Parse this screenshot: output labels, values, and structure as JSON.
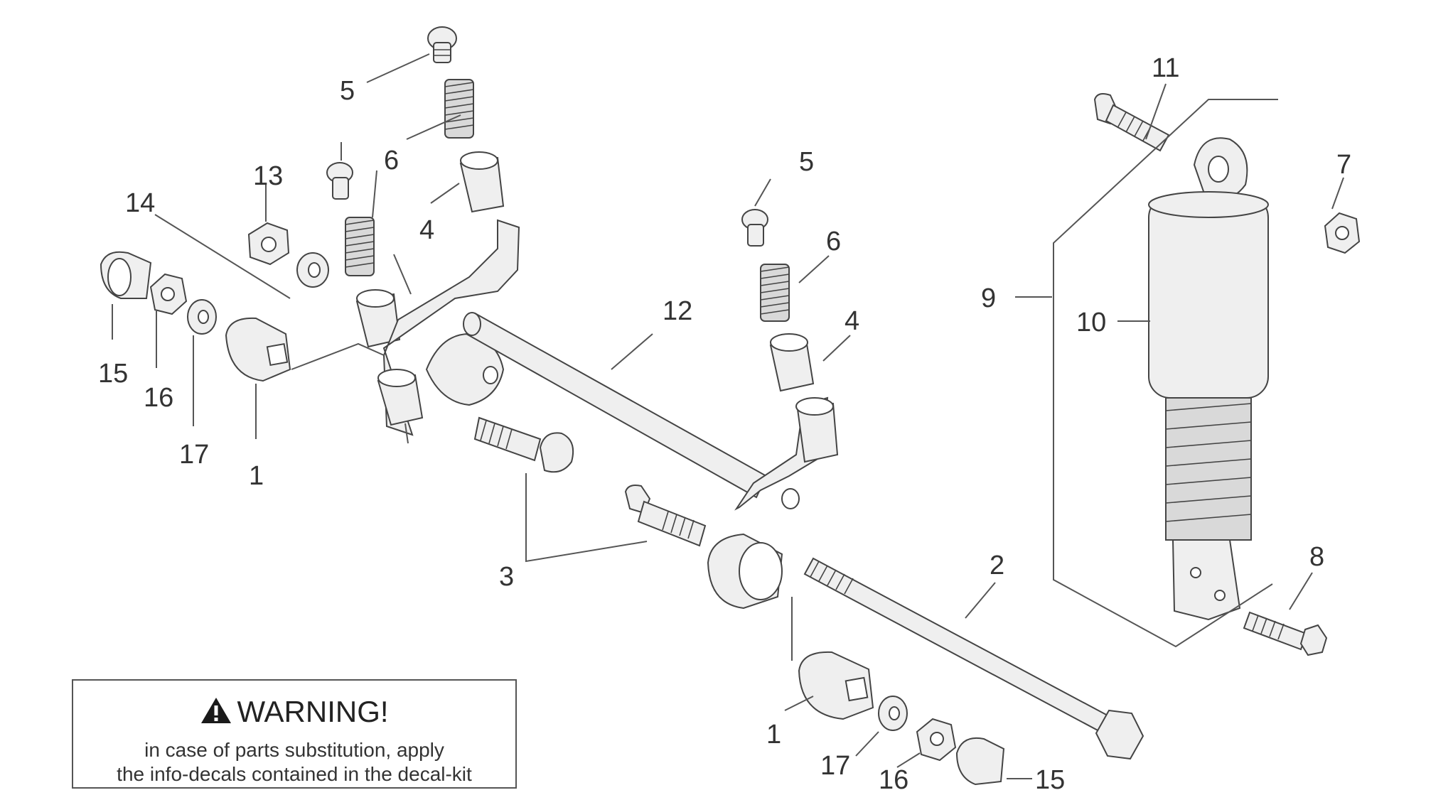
{
  "diagram": {
    "callouts": {
      "c5a": "5",
      "c6a": "6",
      "c13": "13",
      "c14": "14",
      "c4a": "4",
      "c15a": "15",
      "c16a": "16",
      "c17a": "17",
      "c1a": "1",
      "c5b": "5",
      "c6b": "6",
      "c4b": "4",
      "c12": "12",
      "c3": "3",
      "c2": "2",
      "c1b": "1",
      "c17b": "17",
      "c16b": "16",
      "c15b": "15",
      "c11": "11",
      "c7": "7",
      "c9": "9",
      "c10": "10",
      "c8": "8"
    }
  },
  "warning": {
    "title": "WARNING!",
    "line1": "in case of parts substitution, apply",
    "line2": "the info-decals contained in the decal-kit",
    "icon": "warning-triangle-icon"
  }
}
